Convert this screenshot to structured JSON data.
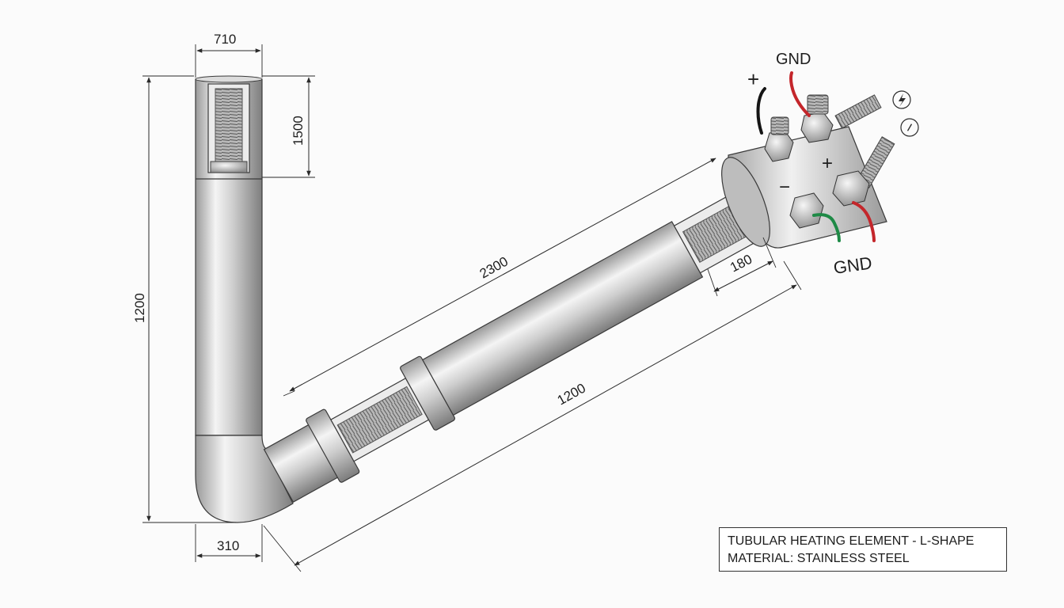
{
  "drawing": {
    "dimensions": {
      "top_width": "710",
      "top_cap_length": "1500",
      "vertical_length": "1200",
      "bottom_width": "310",
      "diagonal_upper": "2300",
      "diagonal_lower": "1200",
      "terminal_length": "180"
    },
    "terminals": {
      "gnd_top": "GND",
      "gnd_bottom": "GND",
      "plus_top": "+",
      "plus_block": "+",
      "minus_block": "−"
    },
    "symbols": [
      "electric-hazard-icon",
      "minus-circle-icon"
    ],
    "colors": {
      "wire_red": "#c4262b",
      "wire_green": "#1e8a46",
      "wire_black": "#151515",
      "steel_light": "#f2f2f2",
      "steel_dark": "#8a8a8a"
    }
  },
  "title_block": {
    "line1": "TUBULAR HEATING ELEMENT - L-SHAPE",
    "line2": "MATERIAL: STAINLESS STEEL"
  }
}
